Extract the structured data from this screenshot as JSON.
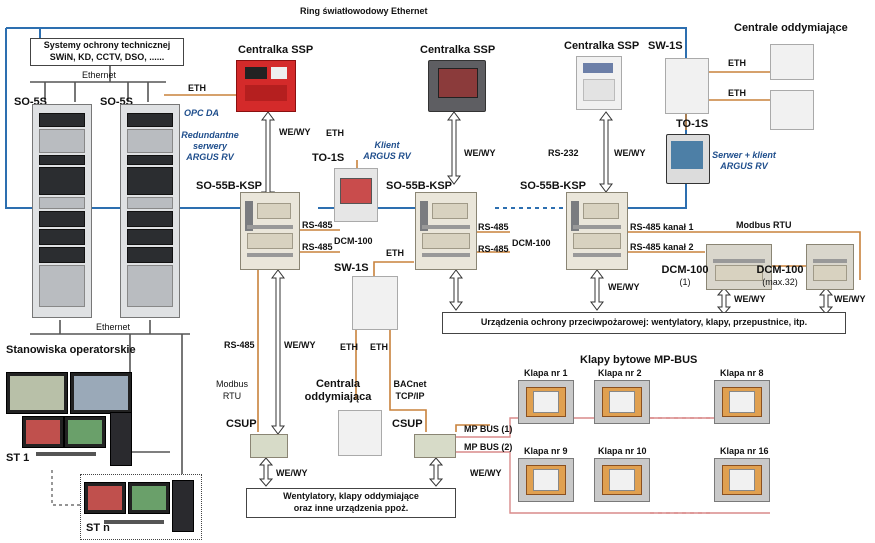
{
  "ring_title": "Ring światłowodowy Ethernet",
  "systems_box": {
    "line1": "Systemy ochrony technicznej",
    "line2": "SWiN, KD, CCTV, DSO, ......"
  },
  "ethernet_top": "Ethernet",
  "ethernet_bottom": "Ethernet",
  "so5s_left": "SO-5S",
  "so5s_right": "SO-5S",
  "eth": "ETH",
  "opc_da": "OPC DA",
  "redundant": {
    "line1": "Redundantne",
    "line2": "serwery",
    "line3": "ARGUS RV"
  },
  "centralka_ssp": "Centralka SSP",
  "we_wy": "WE/WY",
  "rs485": "RS-485",
  "rs232": "RS-232",
  "to1s": "TO-1S",
  "klient": {
    "line1": "Klient",
    "line2": "ARGUS RV"
  },
  "so55b": "SO-55B-KSP",
  "dcm100": "DCM-100",
  "sw1s": "SW-1S",
  "centrale_oddymiajace": "Centrale oddymiające",
  "serwer_klient": {
    "line1": "Serwer + klient",
    "line2": "ARGUS RV"
  },
  "modbus_rtu_title": "Modbus RTU",
  "kanal1": "RS-485  kanał 1",
  "kanal2": "RS-485  kanał 2",
  "dcm_1": {
    "name": "DCM-100",
    "sub": "(1)"
  },
  "dcm_32": {
    "name": "DCM-100",
    "sub": "(max.32)"
  },
  "fire_devices": "Urządzenia ochrony przeciwpożarowej: wentylatory, klapy, przepustnice, itp.",
  "operators": "Stanowiska operatorskie",
  "st1": "ST 1",
  "stn": "ST n",
  "modbus_rtu_left": {
    "line1": "Modbus",
    "line2": "RTU"
  },
  "centrala_oddymiajaca": {
    "line1": "Centrala",
    "line2": "oddymiająca"
  },
  "bacnet": {
    "line1": "BACnet",
    "line2": "TCP/IP"
  },
  "csup": "CSUP",
  "fans_box": {
    "line1": "Wentylatory, klapy oddymiające",
    "line2": "oraz  inne urządzenia ppoż."
  },
  "mpbus_title": "Klapy bytowe MP-BUS",
  "mpbus1": "MP BUS (1)",
  "mpbus2": "MP BUS (2)",
  "klapy_top": [
    "Klapa nr 1",
    "Klapa nr 2",
    "Klapa nr 8"
  ],
  "klapy_bottom": [
    "Klapa nr 9",
    "Klapa nr 10",
    "Klapa nr 16"
  ],
  "colors": {
    "fiber": "#2d6fb0",
    "copper": "#c8823c",
    "ethernet": "#555555",
    "mpbus": "#d98a8a"
  }
}
